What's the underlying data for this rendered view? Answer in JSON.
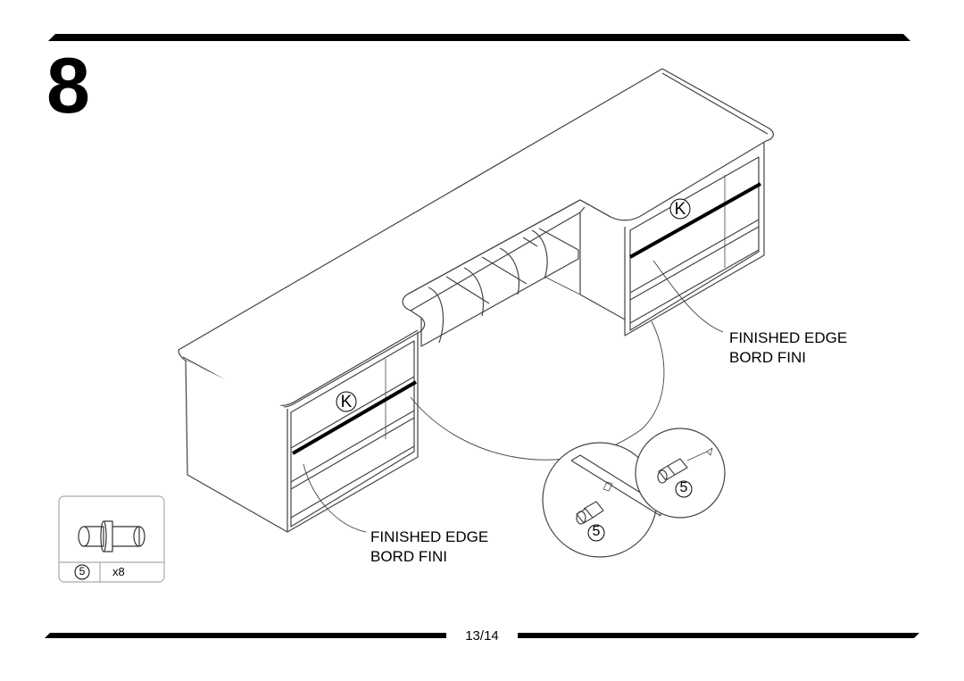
{
  "step": {
    "number": "8"
  },
  "callouts": {
    "left": {
      "line1": "FINISHED EDGE",
      "line2": "BORD FINI"
    },
    "right": {
      "line1": "FINISHED EDGE",
      "line2": "BORD FINI"
    }
  },
  "labels": {
    "shelf_left": "K",
    "shelf_right": "K",
    "detail_part_left": "5",
    "detail_part_right": "5"
  },
  "hardware": {
    "part_number": "5",
    "quantity": "x8"
  },
  "footer": {
    "page": "13/14"
  }
}
